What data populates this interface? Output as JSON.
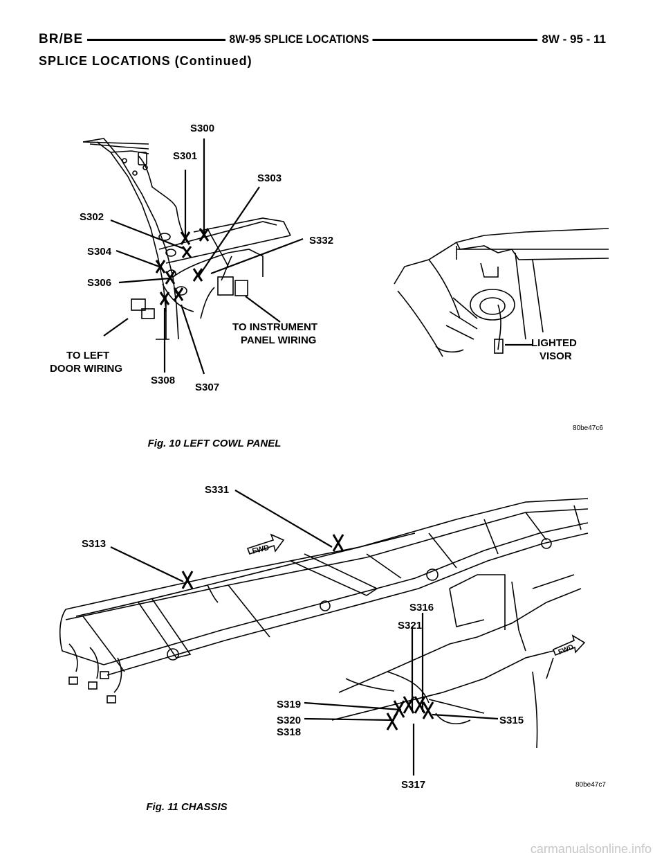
{
  "header": {
    "left": "BR/BE",
    "center": "8W-95 SPLICE LOCATIONS",
    "right": "8W - 95 - 11"
  },
  "section_title": "SPLICE LOCATIONS (Continued)",
  "figure1": {
    "labels": {
      "s300": "S300",
      "s301": "S301",
      "s303": "S303",
      "s302": "S302",
      "s332": "S332",
      "s304": "S304",
      "s306": "S306",
      "to_left_door_1": "TO LEFT",
      "to_left_door_2": "DOOR WIRING",
      "s308": "S308",
      "s307": "S307",
      "to_ip_1": "TO INSTRUMENT",
      "to_ip_2": "PANEL WIRING",
      "lighted_1": "LIGHTED",
      "lighted_2": "VISOR"
    },
    "id": "80be47c6",
    "caption": "Fig. 10 LEFT COWL PANEL"
  },
  "figure2": {
    "labels": {
      "s331": "S331",
      "s313": "S313",
      "fwd": "FWD",
      "fwd2": "FWD",
      "s316": "S316",
      "s321": "S321",
      "s319": "S319",
      "s320": "S320",
      "s318": "S318",
      "s315": "S315",
      "s317": "S317"
    },
    "id": "80be47c7",
    "caption": "Fig. 11 CHASSIS"
  },
  "watermark": "carmanualsonline.info"
}
